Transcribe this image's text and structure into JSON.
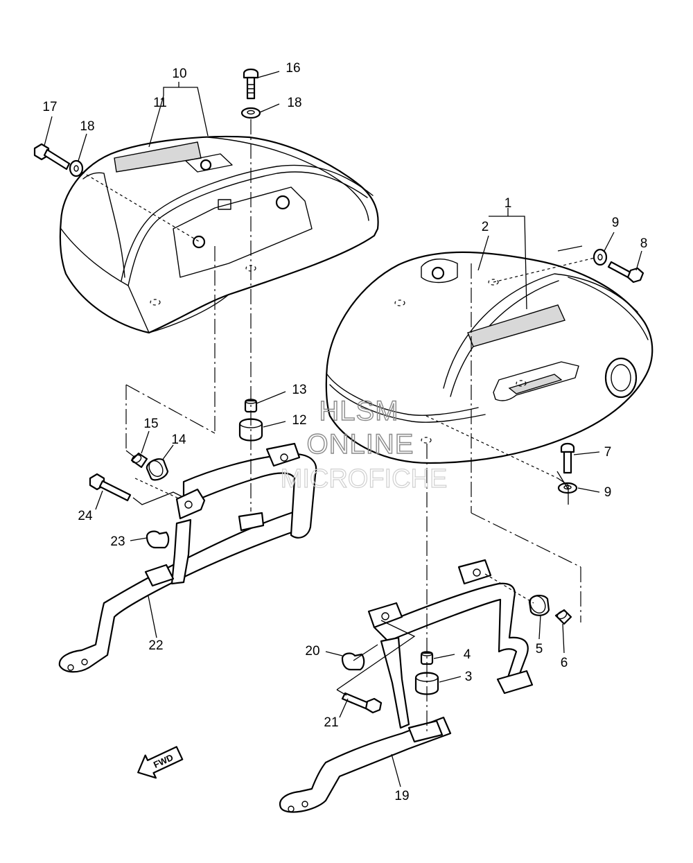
{
  "callouts": [
    {
      "label": "1"
    },
    {
      "label": "2"
    },
    {
      "label": "3"
    },
    {
      "label": "4"
    },
    {
      "label": "5"
    },
    {
      "label": "6"
    },
    {
      "label": "7"
    },
    {
      "label": "8"
    },
    {
      "label": "9"
    },
    {
      "label": "9"
    },
    {
      "label": "10"
    },
    {
      "label": "11"
    },
    {
      "label": "12"
    },
    {
      "label": "13"
    },
    {
      "label": "14"
    },
    {
      "label": "15"
    },
    {
      "label": "16"
    },
    {
      "label": "17"
    },
    {
      "label": "18"
    },
    {
      "label": "18"
    },
    {
      "label": "19"
    },
    {
      "label": "20"
    },
    {
      "label": "21"
    },
    {
      "label": "22"
    },
    {
      "label": "23"
    },
    {
      "label": "24"
    }
  ],
  "watermark": {
    "line1": "HLSM",
    "line2": "ONLINE",
    "line3": "MICROFICHE"
  },
  "direction_arrow": {
    "label": "FWD",
    "icon": "forward-arrow-icon"
  }
}
